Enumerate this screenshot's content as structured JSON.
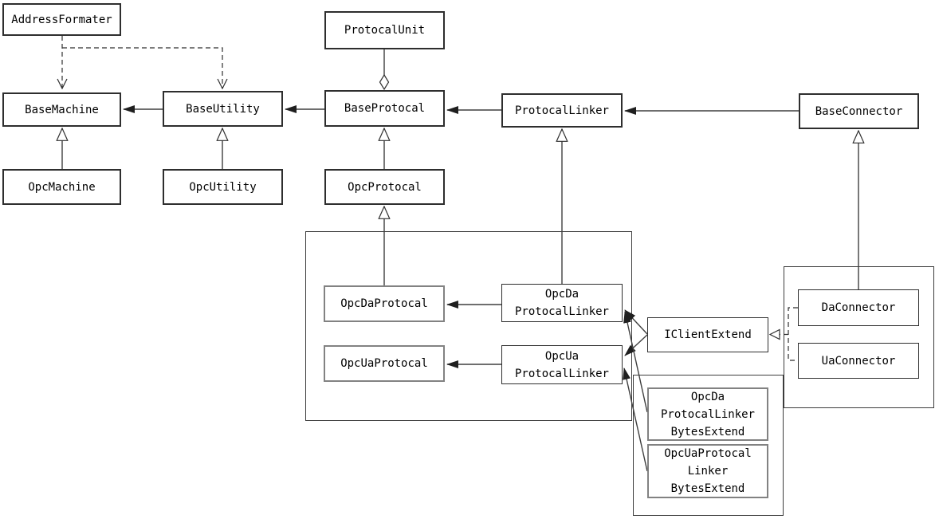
{
  "diagram": {
    "type": "uml-class-diagram",
    "colors": {
      "background": "#ffffff",
      "box_border": "#2e2e2e",
      "gray_box_border": "#828282",
      "line": "#3f3f3f",
      "text": "#000000"
    },
    "nodes": {
      "addressFormater": {
        "label": "AddressFormater"
      },
      "protocalUnit": {
        "label": "ProtocalUnit"
      },
      "baseMachine": {
        "label": "BaseMachine"
      },
      "baseUtility": {
        "label": "BaseUtility"
      },
      "baseProtocal": {
        "label": "BaseProtocal"
      },
      "protocalLinker": {
        "label": "ProtocalLinker"
      },
      "baseConnector": {
        "label": "BaseConnector"
      },
      "opcMachine": {
        "label": "OpcMachine"
      },
      "opcUtility": {
        "label": "OpcUtility"
      },
      "opcProtocal": {
        "label": "OpcProtocal"
      },
      "opcDaProtocal": {
        "label": "OpcDaProtocal"
      },
      "opcUaProtocal": {
        "label": "OpcUaProtocal"
      },
      "opcDaProtocalLinker": {
        "lines": [
          "OpcDa",
          "ProtocalLinker"
        ]
      },
      "opcUaProtocalLinker": {
        "lines": [
          "OpcUa",
          "ProtocalLinker"
        ]
      },
      "iClientExtend": {
        "label": "IClientExtend"
      },
      "daConnector": {
        "label": "DaConnector"
      },
      "uaConnector": {
        "label": "UaConnector"
      },
      "opcDaProtocalLinkerBytesExtend": {
        "lines": [
          "OpcDa",
          "ProtocalLinker",
          "BytesExtend"
        ]
      },
      "opcUaProtocalLinkerBytesExtend": {
        "lines": [
          "OpcUaProtocal",
          "Linker",
          "BytesExtend"
        ]
      }
    },
    "edges": [
      {
        "from": "AddressFormater",
        "to": "BaseMachine",
        "type": "dashed-dependency-open-arrow"
      },
      {
        "from": "AddressFormater",
        "to": "BaseUtility",
        "type": "dashed-dependency-open-arrow"
      },
      {
        "from": "BaseUtility",
        "to": "BaseMachine",
        "type": "solid-filled-arrow"
      },
      {
        "from": "BaseProtocal",
        "to": "BaseUtility",
        "type": "solid-filled-arrow"
      },
      {
        "from": "ProtocalLinker",
        "to": "BaseProtocal",
        "type": "solid-filled-arrow"
      },
      {
        "from": "BaseConnector",
        "to": "ProtocalLinker",
        "type": "solid-filled-arrow"
      },
      {
        "from": "ProtocalUnit",
        "to": "BaseProtocal",
        "type": "aggregation-hollow-diamond"
      },
      {
        "from": "OpcMachine",
        "to": "BaseMachine",
        "type": "inheritance-hollow-triangle"
      },
      {
        "from": "OpcUtility",
        "to": "BaseUtility",
        "type": "inheritance-hollow-triangle"
      },
      {
        "from": "OpcProtocal",
        "to": "BaseProtocal",
        "type": "inheritance-hollow-triangle"
      },
      {
        "from": "OpcDaProtocal",
        "to": "OpcProtocal",
        "type": "inheritance-hollow-triangle"
      },
      {
        "from": "OpcDaProtocalLinker",
        "to": "ProtocalLinker",
        "type": "inheritance-hollow-triangle"
      },
      {
        "from": "DaConnector",
        "to": "BaseConnector",
        "type": "inheritance-hollow-triangle"
      },
      {
        "from": "OpcDaProtocalLinker",
        "to": "OpcDaProtocal",
        "type": "solid-filled-arrow"
      },
      {
        "from": "OpcUaProtocalLinker",
        "to": "OpcUaProtocal",
        "type": "solid-filled-arrow"
      },
      {
        "from": "IClientExtend",
        "to": "OpcDaProtocalLinker",
        "type": "solid-filled-arrow"
      },
      {
        "from": "IClientExtend",
        "to": "OpcUaProtocalLinker",
        "type": "solid-filled-arrow"
      },
      {
        "from": "OpcDaProtocalLinkerBytesExtend",
        "to": "OpcDaProtocalLinker",
        "type": "solid-filled-arrow"
      },
      {
        "from": "OpcUaProtocalLinkerBytesExtend",
        "to": "OpcUaProtocalLinker",
        "type": "solid-filled-arrow"
      },
      {
        "from": "DaConnector",
        "to": "IClientExtend",
        "type": "dashed-realization-hollow-triangle"
      },
      {
        "from": "UaConnector",
        "to": "IClientExtend",
        "type": "dashed-realization-hollow-triangle"
      }
    ]
  }
}
